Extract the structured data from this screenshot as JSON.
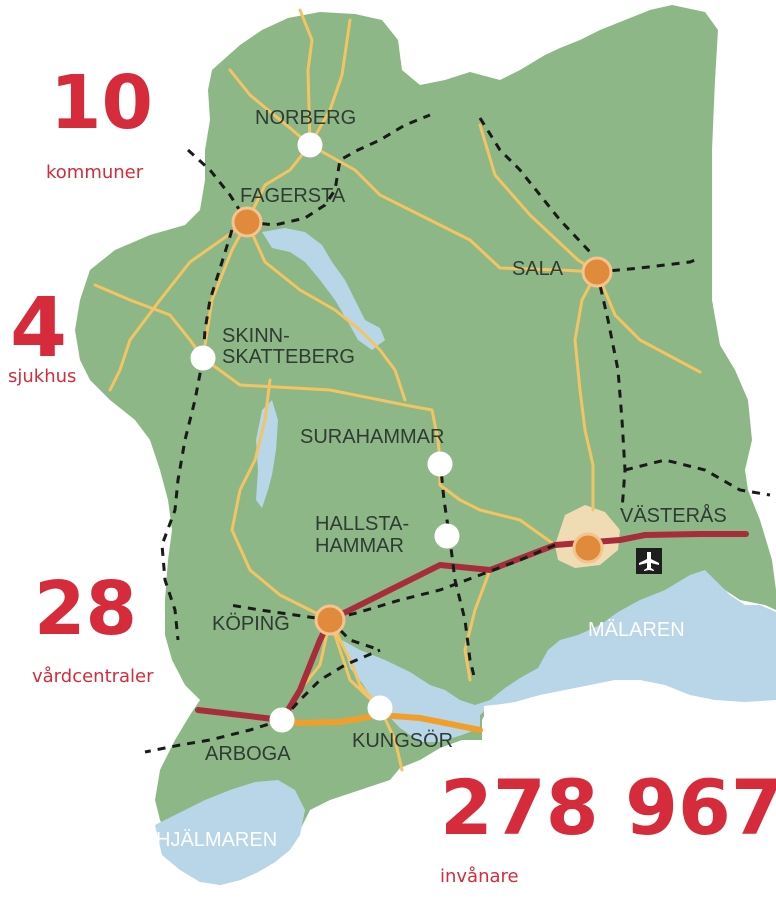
{
  "colors": {
    "land": "#8db786",
    "water": "#b9d5e8",
    "road": "#f3c463",
    "rail": "#a72d3a",
    "rail_new": "#f0a02a",
    "border": "#1a1a1a",
    "major_town": "#e08a3c",
    "minor_town": "#ffffff",
    "stat": "#d52b3a"
  },
  "stats": [
    {
      "value": "10",
      "label": "kommuner"
    },
    {
      "value": "4",
      "label": "sjukhus"
    },
    {
      "value": "28",
      "label": "vårdcentraler"
    },
    {
      "value": "278 967",
      "label": "invånare"
    }
  ],
  "places": [
    {
      "name": "NORBERG",
      "type": "minor"
    },
    {
      "name": "FAGERSTA",
      "type": "major"
    },
    {
      "name": "SALA",
      "type": "major"
    },
    {
      "name": "SKINN-",
      "type": "minor"
    },
    {
      "name": "SKATTEBERG",
      "type": "label-continuation"
    },
    {
      "name": "SURAHAMMAR",
      "type": "minor"
    },
    {
      "name": "HALLSTA-",
      "type": "minor"
    },
    {
      "name": "HAMMAR",
      "type": "label-continuation"
    },
    {
      "name": "VÄSTERÅS",
      "type": "major"
    },
    {
      "name": "KÖPING",
      "type": "major"
    },
    {
      "name": "ARBOGA",
      "type": "minor"
    },
    {
      "name": "KUNGSÖR",
      "type": "minor"
    }
  ],
  "water_labels": [
    "MÄLAREN",
    "HJÄLMAREN"
  ],
  "icons": {
    "airport": "airplane-icon"
  }
}
